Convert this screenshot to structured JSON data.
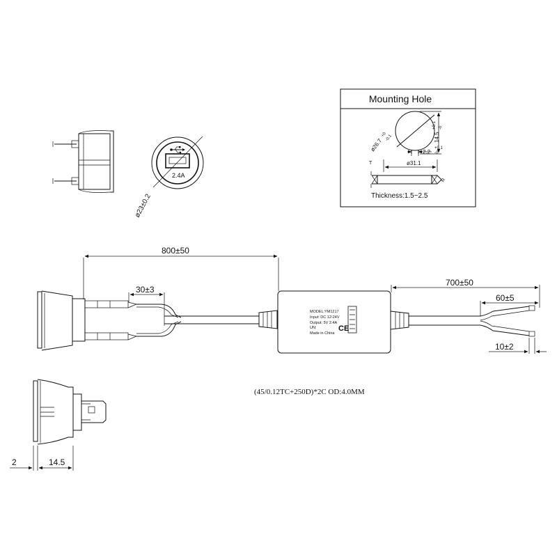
{
  "mounting_hole": {
    "title": "Mounting Hole",
    "dia_label": "ø26.7",
    "dia_tol_plus": "+0",
    "dia_tol_minus": "-0.1",
    "height_label": "14.5",
    "height_tol_plus": "+0.1",
    "height_tol_minus": "-0",
    "slot_label": "2.2",
    "slot_tol_plus": "+0.1",
    "slot_tol_minus": "-0",
    "outer_dia_label": "ø31.1",
    "t_label": "T",
    "r_label": "R",
    "thickness_label": "Thickness:1.5~2.5"
  },
  "front_view": {
    "diameter_label": "ø23±0.2",
    "rating_label": "2.4A"
  },
  "cable": {
    "length_total": "800±50",
    "length_leads": "30±3",
    "length_output": "700±50",
    "strip_length": "60±5",
    "tip_length": "10±2",
    "cable_spec": "(45/0.12TC+250D)*2C OD:4.0MM"
  },
  "converter_label": {
    "model": "MODEL:YM1217",
    "input": "Input: DC 12-24V",
    "output": "Output: 5V 2.4A",
    "unit": "UN:",
    "made_in": "Made in China"
  },
  "side_view": {
    "flange": "2",
    "depth": "14.5"
  }
}
